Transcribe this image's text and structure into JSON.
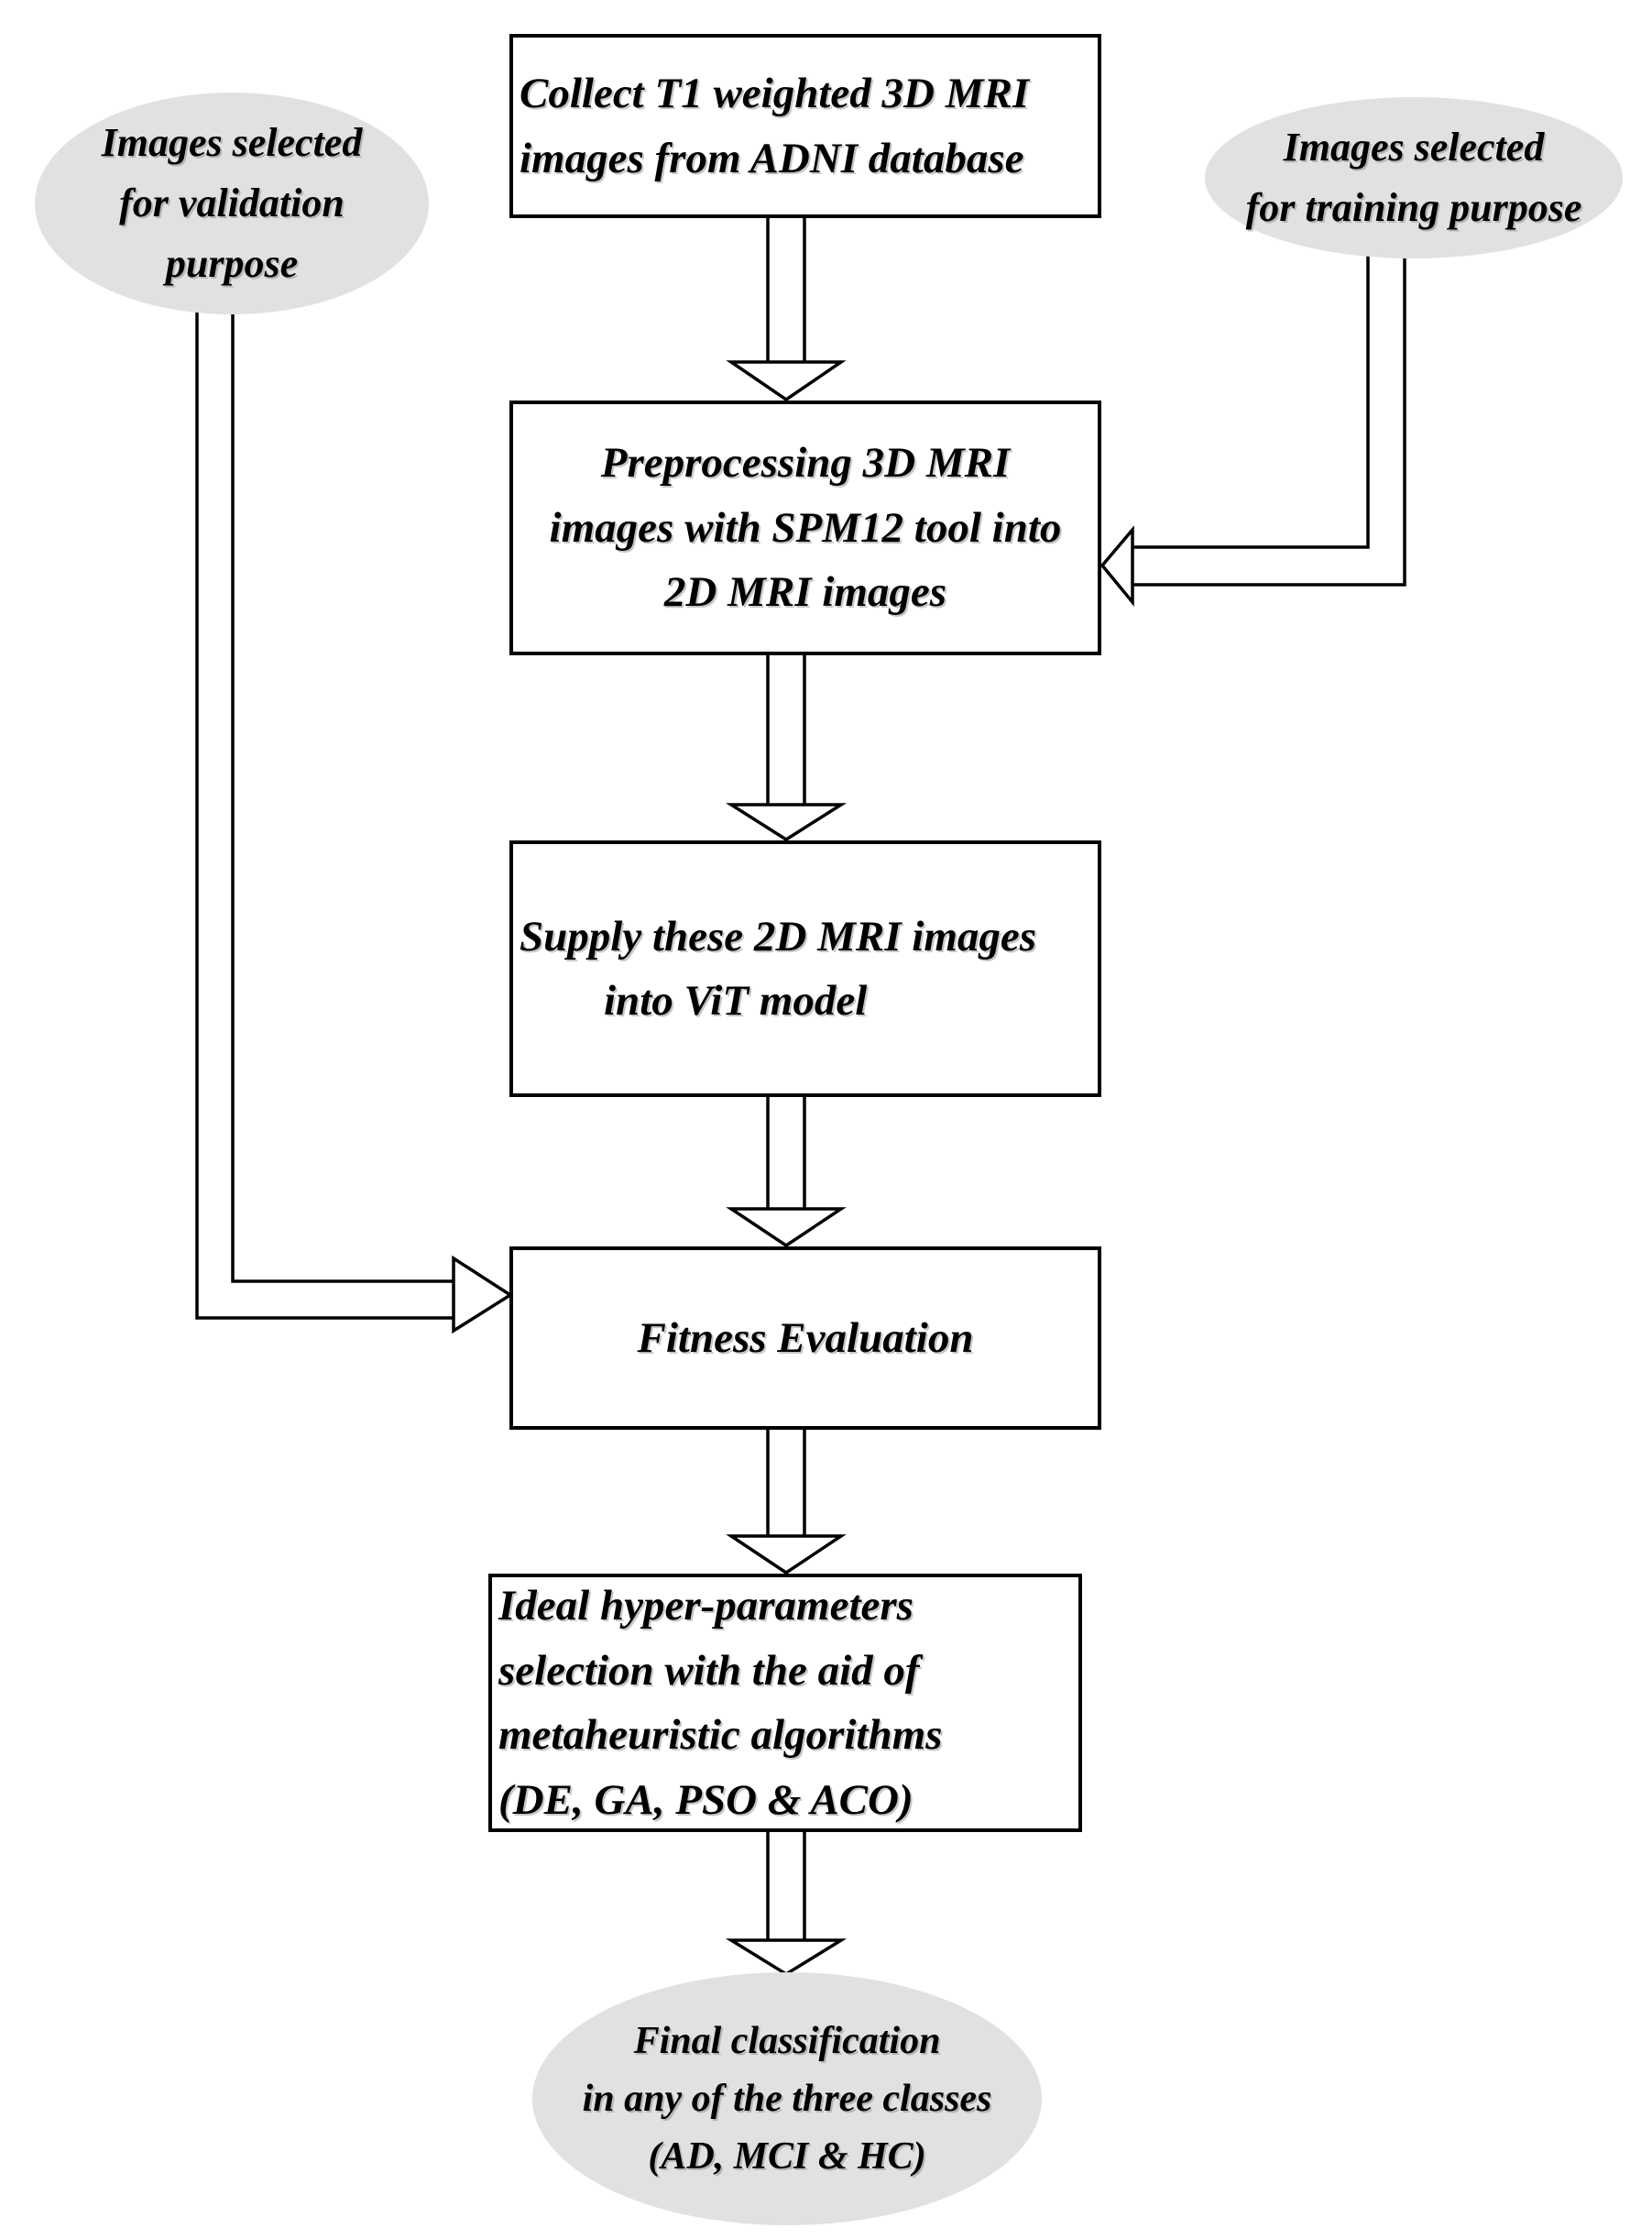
{
  "boxes": [
    {
      "id": "collect",
      "lines": [
        "Collect T1 weighted 3D MRI",
        "images from ADNI database"
      ]
    },
    {
      "id": "preprocess",
      "lines": [
        "Preprocessing 3D MRI",
        "images with SPM12 tool into",
        "2D MRI images"
      ]
    },
    {
      "id": "supply",
      "lines": [
        "Supply these 2D MRI images",
        "into ViT model"
      ]
    },
    {
      "id": "fitness",
      "lines": [
        "Fitness Evaluation"
      ]
    },
    {
      "id": "hyperparameters",
      "lines": [
        "Ideal hyper-parameters",
        "selection with the aid of",
        "metaheuristic algorithms",
        "(DE, GA, PSO & ACO)"
      ]
    }
  ],
  "ellipses": [
    {
      "id": "validation",
      "lines": [
        "Images selected",
        "for validation",
        "purpose"
      ]
    },
    {
      "id": "training",
      "lines": [
        "Images selected",
        "for training purpose"
      ]
    },
    {
      "id": "final",
      "lines": [
        "Final classification",
        "in any of the three classes",
        "(AD, MCI & HC)"
      ]
    }
  ],
  "colors": {
    "stroke": "#000000",
    "box_fill": "#ffffff",
    "ellipse_fill": "#e1e1e1",
    "background": "#ffffff",
    "text": "#000000"
  }
}
